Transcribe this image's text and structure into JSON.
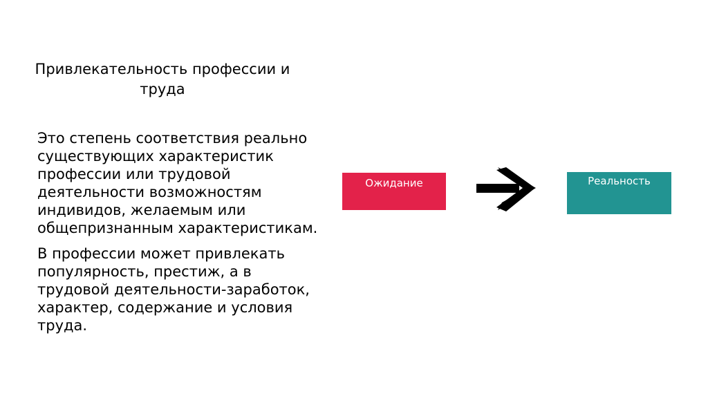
{
  "slide": {
    "title": "Привлекательность профессии и труда",
    "paragraphs": [
      "Это степень соответствия реально существующих характеристик профессии или трудовой деятельности возможностям индивидов, желаемым или общепризнанным характеристикам.",
      "В профессии может привлекать популярность, престиж, а в трудовой деятельности-заработок, характер, содержание и условия труда."
    ],
    "diagram": {
      "expectation_label": "Ожидание",
      "reality_label": "Реальность",
      "arrow_icon": "arrow-right-icon",
      "colors": {
        "expectation": "#e3224a",
        "reality": "#229492",
        "arrow": "#000000"
      }
    }
  }
}
